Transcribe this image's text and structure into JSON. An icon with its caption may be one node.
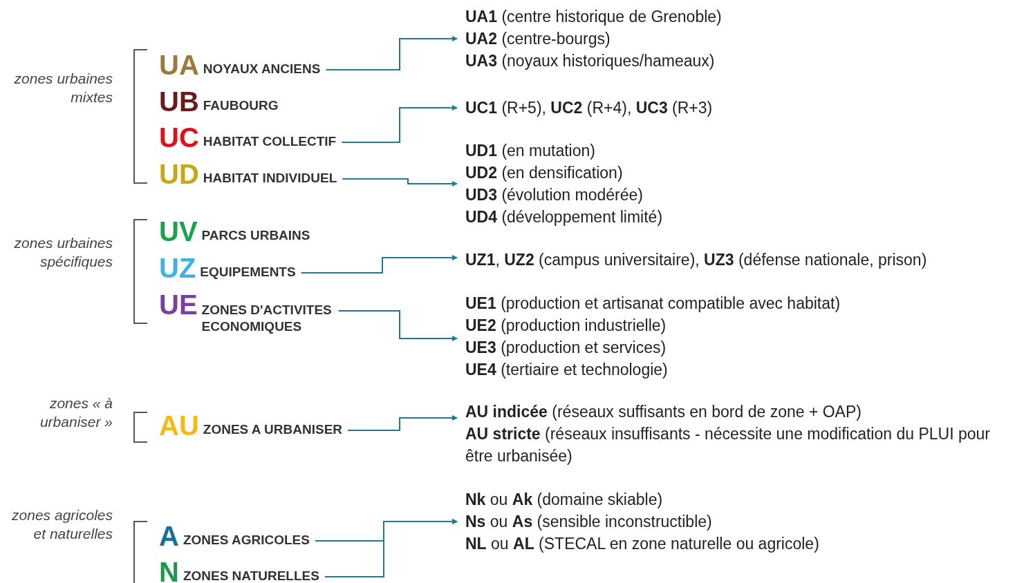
{
  "diagram": {
    "nodes": [
      {
        "text": [
          "UA",
          "NOYAUX ANCIENS"
        ]
      },
      {
        "text": [
          "UB",
          "FAUBOURG"
        ]
      },
      {
        "text": [
          "UC",
          "HABITAT COLLECTIF"
        ]
      },
      {
        "text": [
          "UD",
          "HABITAT INDIVIDUEL"
        ]
      },
      {
        "text": [
          "UV",
          "PARCS URBAINS"
        ]
      },
      {
        "text": [
          "UZ",
          "EQUIPEMENTS"
        ]
      },
      {
        "text": [
          "UE",
          "ZONES D'ACTIVITES ECONOMIQUES"
        ]
      },
      {
        "text": [
          "AU",
          "ZONES A URBANISER"
        ]
      },
      {
        "text": [
          "A",
          "ZONES AGRICOLES"
        ]
      },
      {
        "text": [
          "N",
          "ZONES NATURELLES"
        ]
      },
      {
        "text": [
          "**UA1** (centre historique de Grenoble)",
          "**UA2** (centre-bourgs)",
          "**UA3** (noyaux historiques/hameaux)"
        ]
      },
      {
        "text": [
          "**UC1** (R+5), **UC2** (R+4), **UC3** (R+3)"
        ]
      },
      {
        "text": [
          "**UD1** (en mutation)",
          "**UD2** (en densification)",
          "**UD3** (évolution modérée)",
          "**UD4** (développement limité)"
        ]
      },
      {
        "text": [
          "**UZ1**, **UZ2** (campus universitaire), **UZ3** (défense nationale, prison)"
        ]
      },
      {
        "text": [
          "**UE1** (production et artisanat compatible avec habitat)",
          "**UE2** (production industrielle)",
          "**UE3** (production et services)",
          "**UE4** (tertiaire et technologie)"
        ]
      },
      {
        "text": [
          "**AU indicée** (réseaux suffisants en bord de zone + OAP)",
          "**AU stricte** (réseaux insuffisants - nécessite une modification du PLUI pour être urbanisée)"
        ]
      },
      {
        "text": [
          "**Nk** ou **Ak** (domaine skiable)",
          "**Ns** ou **As** (sensible inconstructible)",
          "**NL** ou **AL** (STECAL en zone naturelle ou agricole)"
        ]
      }
    ],
    "edges": [
      {
        "from": 0,
        "to": 10,
        "arrow": "to"
      },
      {
        "from": 2,
        "to": 11,
        "arrow": "to"
      },
      {
        "from": 3,
        "to": 12,
        "arrow": "to"
      },
      {
        "from": 5,
        "to": 13,
        "arrow": "to"
      },
      {
        "from": 6,
        "to": 14,
        "arrow": "to"
      },
      {
        "from": 7,
        "to": 15,
        "arrow": "to"
      },
      {
        "from": 8,
        "to": 16,
        "arrow": "to"
      },
      {
        "from": 9,
        "to": 16,
        "arrow": "to"
      }
    ],
    "labels": [
      "zones urbaines mixtes",
      "zones urbaines spécifiques",
      "zones « à urbaniser »",
      "zones agricoles et naturelles"
    ]
  }
}
